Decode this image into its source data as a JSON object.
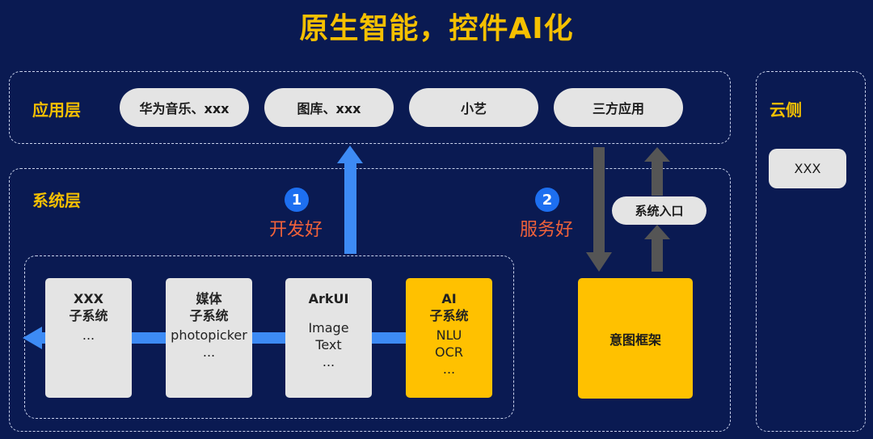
{
  "title": "原生智能，控件AI化",
  "app_layer": {
    "label": "应用层",
    "apps": [
      "华为音乐、xxx",
      "图库、xxx",
      "小艺",
      "三方应用"
    ]
  },
  "cloud": {
    "label": "云侧",
    "item": "XXX"
  },
  "system_layer": {
    "label": "系统层",
    "subsystems": [
      {
        "title": [
          "XXX",
          "子系统"
        ],
        "lines": [
          "..."
        ]
      },
      {
        "title": [
          "媒体",
          "子系统"
        ],
        "lines": [
          "photopicker",
          "..."
        ]
      },
      {
        "title": [
          "ArkUI"
        ],
        "lines": [
          "Image",
          "Text",
          "..."
        ]
      },
      {
        "title": [
          "AI",
          "子系统"
        ],
        "lines": [
          "NLU",
          "OCR",
          "..."
        ]
      }
    ],
    "intent_framework": "意图框架",
    "system_entry": "系统入口"
  },
  "steps": [
    {
      "num": "1",
      "label": "开发好"
    },
    {
      "num": "2",
      "label": "服务好"
    }
  ],
  "colors": {
    "background": "#0a1a52",
    "title": "#f5c000",
    "highlight": "#ffc100",
    "blue_arrow": "#3d8bf5",
    "gray_arrow": "#555555",
    "step_label": "#f2623a",
    "step_circle": "#1d6ff0"
  }
}
